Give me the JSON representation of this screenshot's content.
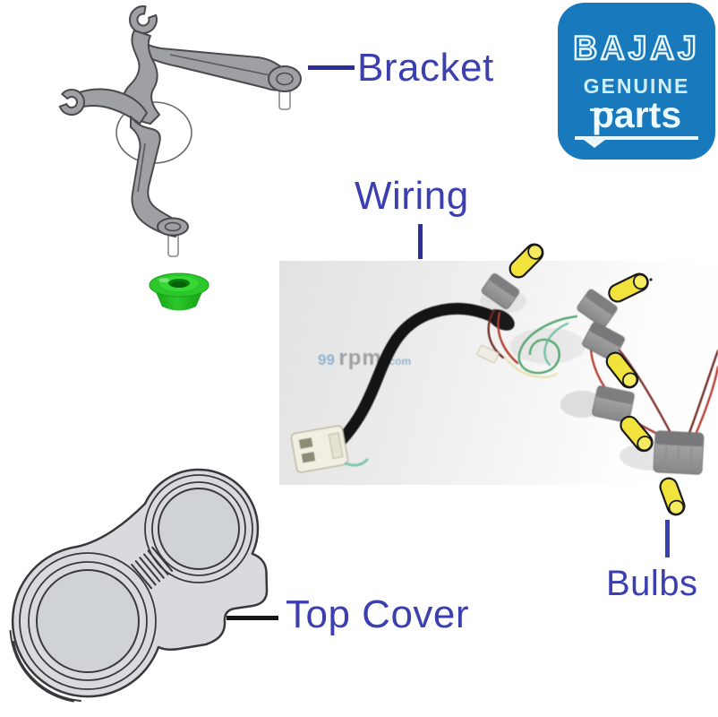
{
  "labels": {
    "bracket": "Bracket",
    "wiring": "Wiring",
    "bulbs": "Bulbs",
    "top_cover": "Top Cover"
  },
  "logo": {
    "brand": "BAJAJ",
    "genuine": "GENUINE",
    "parts": "parts",
    "background": "#1879BD",
    "text_color": "#E9F7FB"
  },
  "watermark": {
    "part1": "99",
    "part2": "rpm",
    "part3": ".com"
  },
  "colors": {
    "label_text": "#3B3FAF",
    "pointer_blue": "#2B2E9B",
    "pointer_black": "#161616",
    "bracket_fill": "#9EA0A4",
    "bracket_outline": "#4A4A4E",
    "cover_fill": "#D8DADD",
    "grommet_green": "#2BC72B",
    "bulb_yellow": "#F2E33C",
    "bulb_outline": "#1A1A1A",
    "photo_background": "#EAEAEA"
  }
}
